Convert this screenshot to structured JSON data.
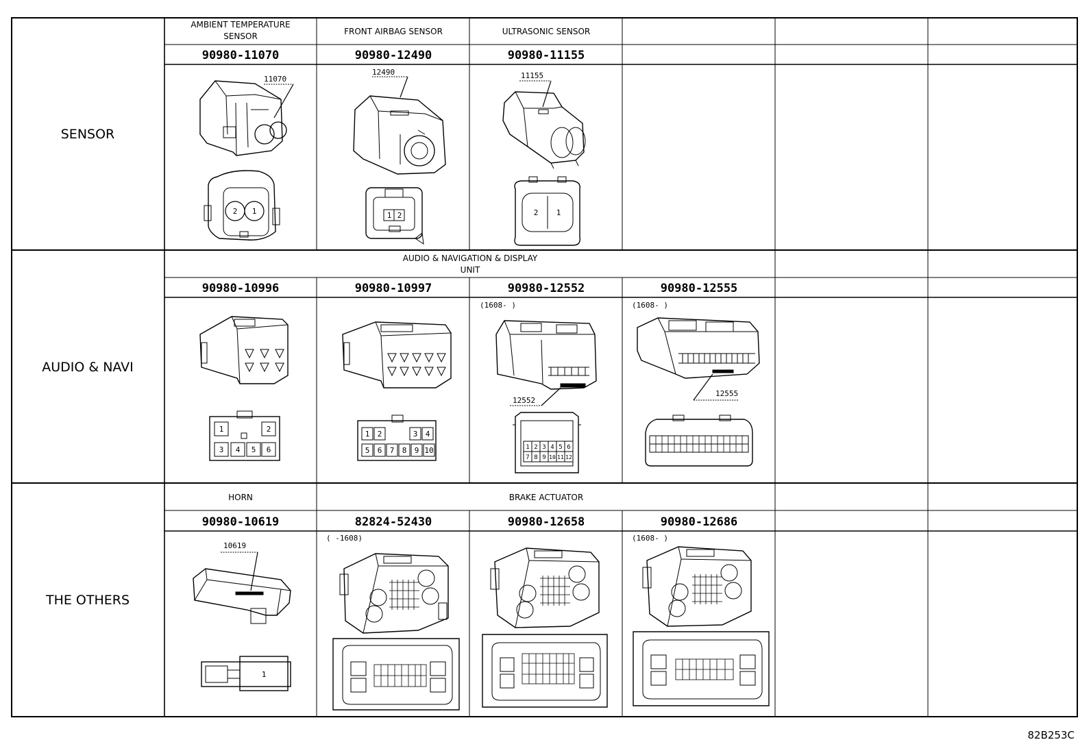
{
  "drawing_ref": "82B253C",
  "sections": [
    {
      "category": "SENSOR",
      "locations": [
        {
          "line1": "AMBIENT TEMPERATURE",
          "line2": "SENSOR"
        },
        {
          "line1": "FRONT AIRBAG SENSOR",
          "line2": ""
        },
        {
          "line1": "ULTRASONIC SENSOR",
          "line2": ""
        }
      ],
      "connectors": [
        {
          "part_number": "90980-11070",
          "tag": "11070",
          "note": "",
          "pins": [
            "2",
            "1"
          ]
        },
        {
          "part_number": "90980-12490",
          "tag": "12490",
          "note": "",
          "pins": [
            "1",
            "2"
          ]
        },
        {
          "part_number": "90980-11155",
          "tag": "11155",
          "note": "",
          "pins": [
            "2",
            "1"
          ]
        }
      ]
    },
    {
      "category": "AUDIO & NAVI",
      "locations": [
        {
          "line1": "AUDIO & NAVIGATION & DISPLAY",
          "line2": "UNIT"
        }
      ],
      "connectors": [
        {
          "part_number": "90980-10996",
          "tag": "",
          "note": "",
          "pins": [
            "1",
            "2",
            "3",
            "4",
            "5",
            "6"
          ]
        },
        {
          "part_number": "90980-10997",
          "tag": "",
          "note": "",
          "pins": [
            "1",
            "2",
            "3",
            "4",
            "5",
            "6",
            "7",
            "8",
            "9",
            "10"
          ]
        },
        {
          "part_number": "90980-12552",
          "tag": "12552",
          "note": "(1608-     )",
          "pins": [
            "1",
            "2",
            "3",
            "4",
            "5",
            "6",
            "7",
            "8",
            "9",
            "10",
            "11",
            "12"
          ]
        },
        {
          "part_number": "90980-12555",
          "tag": "12555",
          "note": "(1608-     )",
          "pins": []
        }
      ]
    },
    {
      "category": "THE OTHERS",
      "locations": [
        {
          "line1": "HORN",
          "line2": ""
        },
        {
          "line1": "BRAKE ACTUATOR",
          "line2": ""
        }
      ],
      "connectors": [
        {
          "part_number": "90980-10619",
          "tag": "10619",
          "note": "",
          "pins": [
            "1"
          ]
        },
        {
          "part_number": "82824-52430",
          "tag": "",
          "note": "(     -1608)",
          "pins": []
        },
        {
          "part_number": "90980-12658",
          "tag": "",
          "note": "",
          "pins": []
        },
        {
          "part_number": "90980-12686",
          "tag": "",
          "note": "(1608-     )",
          "pins": []
        }
      ]
    }
  ]
}
